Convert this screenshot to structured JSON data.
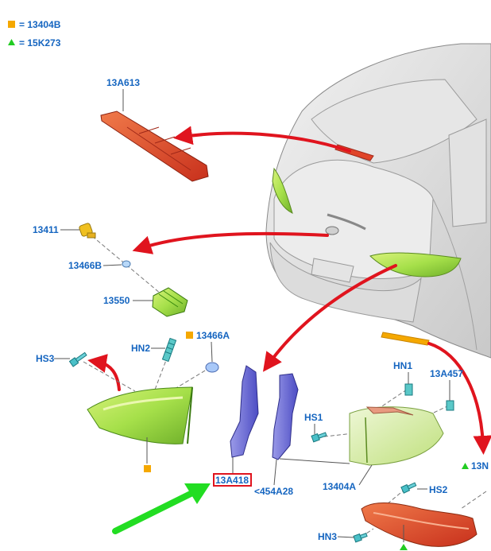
{
  "legend": {
    "square_label": "= 13404B",
    "triangle_label": "= 15K273",
    "square_color": "#f5a800",
    "triangle_color": "#22cc22"
  },
  "labels": {
    "13A613": "13A613",
    "13411": "13411",
    "13466B": "13466B",
    "13550": "13550",
    "HS3": "HS3",
    "HN2": "HN2",
    "13466A": "13466A",
    "HN1": "HN1",
    "13A457": "13A457",
    "HS1": "HS1",
    "13A418": "13A418",
    "454A28": "<454A28",
    "13404A": "13404A",
    "HS2": "HS2",
    "13N": "13N",
    "HN3": "HN3"
  },
  "colors": {
    "label_text": "#1565c0",
    "highlight_box": "#e0141e",
    "pointer_arrow": "#e0141e",
    "callout_arrow": "#22dd22",
    "lamp_green": "#a6e04a",
    "stop_lamp_red": "#e0452a",
    "bracket_purple": "#6b6bd8"
  }
}
